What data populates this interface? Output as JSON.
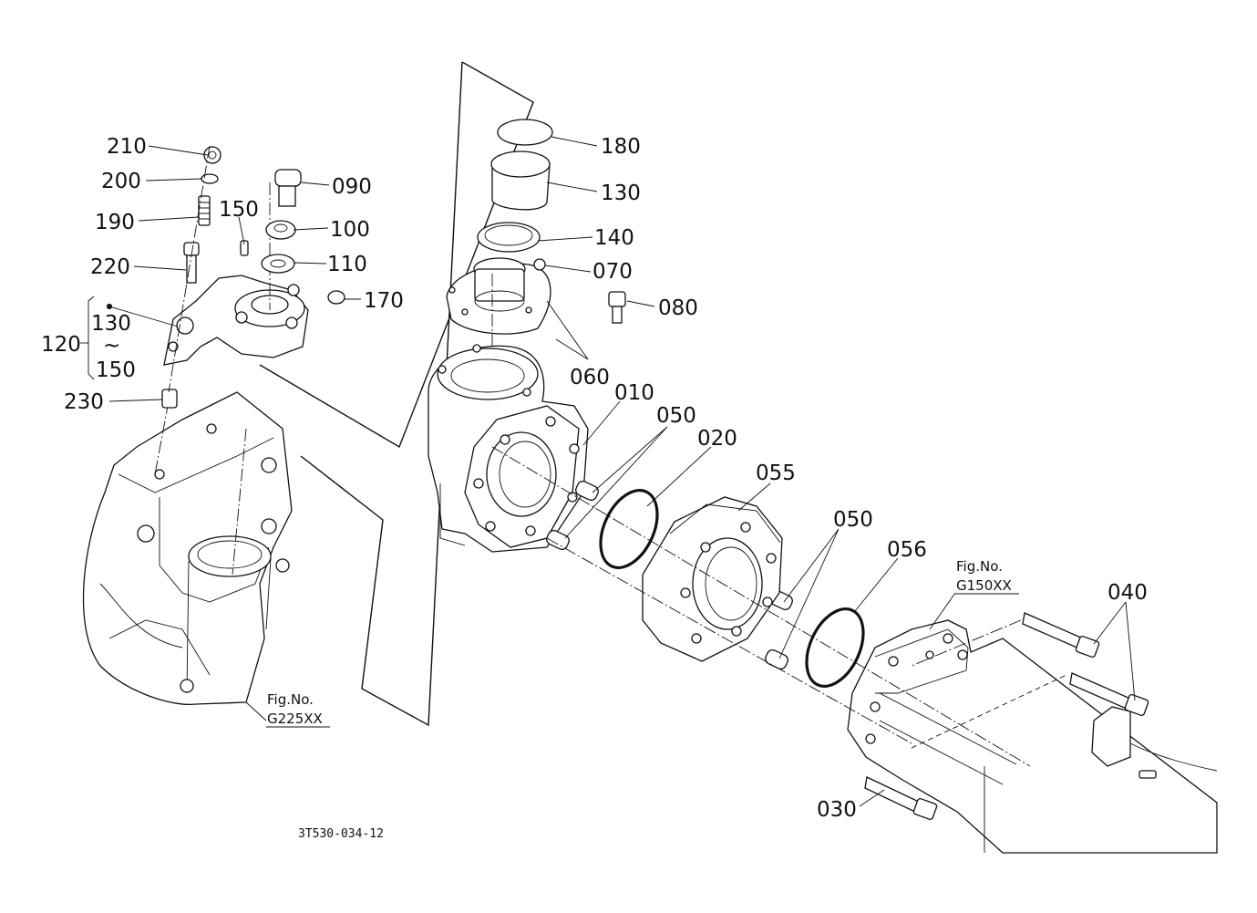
{
  "document_number": "3T530-034-12",
  "figure_refs": {
    "left": {
      "label": "Fig.No.",
      "code": "G225XX"
    },
    "right": {
      "label": "Fig.No.",
      "code": "G150XX"
    }
  },
  "callouts": {
    "p210": "210",
    "p200": "200",
    "p190": "190",
    "p150a": "150",
    "p090": "090",
    "p100": "100",
    "p110": "110",
    "p220": "220",
    "p170": "170",
    "p120": "120",
    "p130b": "130",
    "tilde": "~",
    "p150b": "150",
    "p230": "230",
    "p180": "180",
    "p130": "130",
    "p140": "140",
    "p070": "070",
    "p080": "080",
    "p060": "060",
    "p010": "010",
    "p050a": "050",
    "p020": "020",
    "p055": "055",
    "p050b": "050",
    "p056": "056",
    "p040": "040",
    "p030": "030"
  },
  "icons": [
    "steering-knuckle-drawing",
    "axle-housing-drawing",
    "bolt-drawing",
    "o-ring-drawing"
  ]
}
